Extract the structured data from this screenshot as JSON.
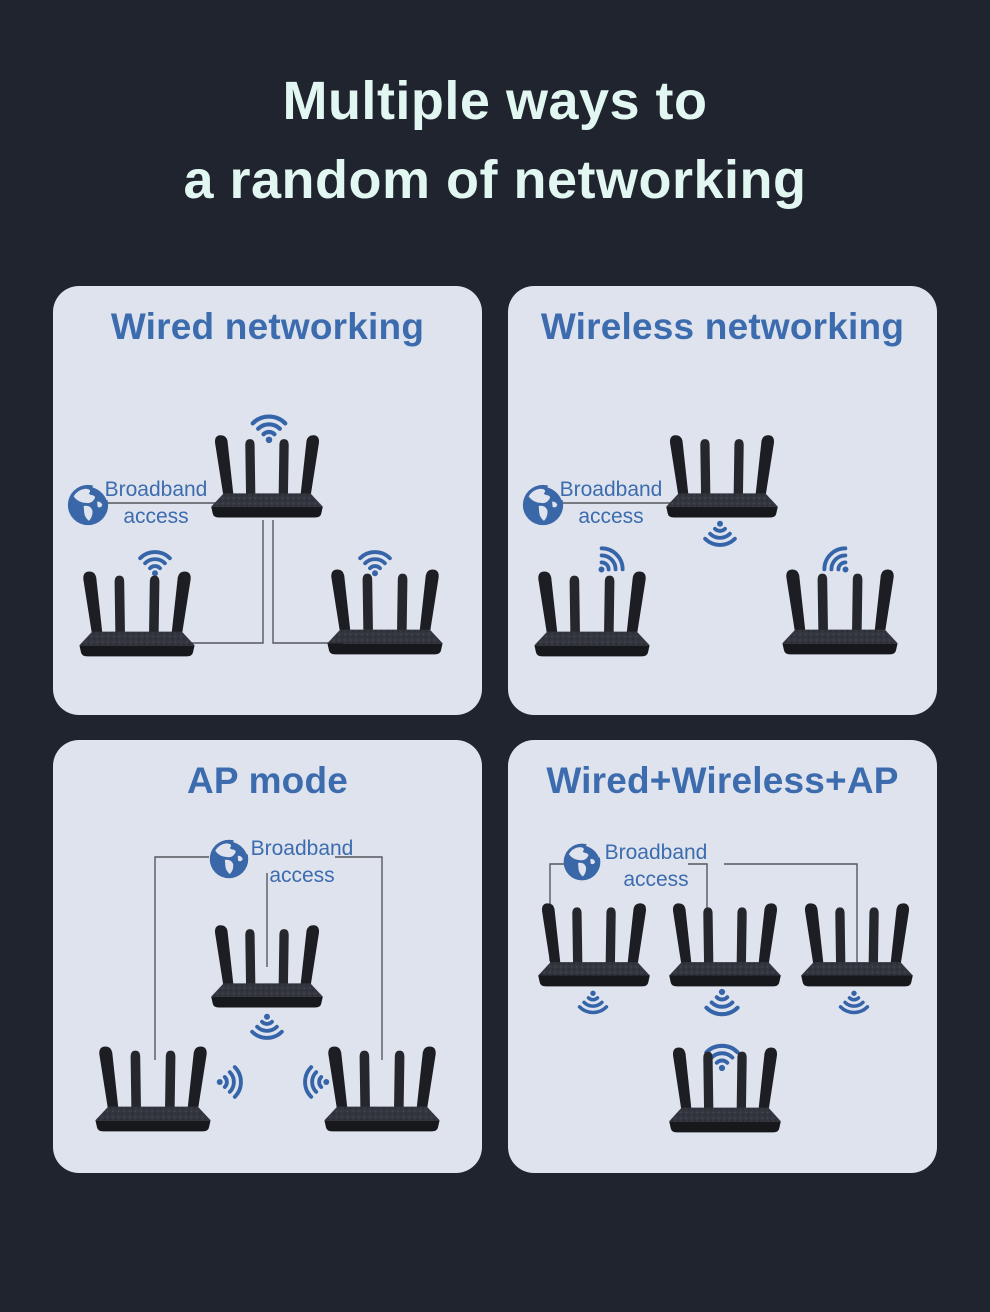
{
  "page": {
    "title_line1": "Multiple ways to",
    "title_line2": "a random of networking",
    "background_color": "#20242f",
    "panel_color": "#dfe3ee",
    "heading_blue": "#3c6cae",
    "icon_blue": "#3565a8",
    "title_text_color": "#e2f7f1"
  },
  "labels": {
    "broadband_line1": "Broadband",
    "broadband_line2": "access"
  },
  "panels": [
    {
      "id": "wired",
      "title": "Wired networking"
    },
    {
      "id": "wireless",
      "title": "Wireless networking"
    },
    {
      "id": "ap",
      "title": "AP mode"
    },
    {
      "id": "combo",
      "title": "Wired+Wireless+AP"
    }
  ]
}
